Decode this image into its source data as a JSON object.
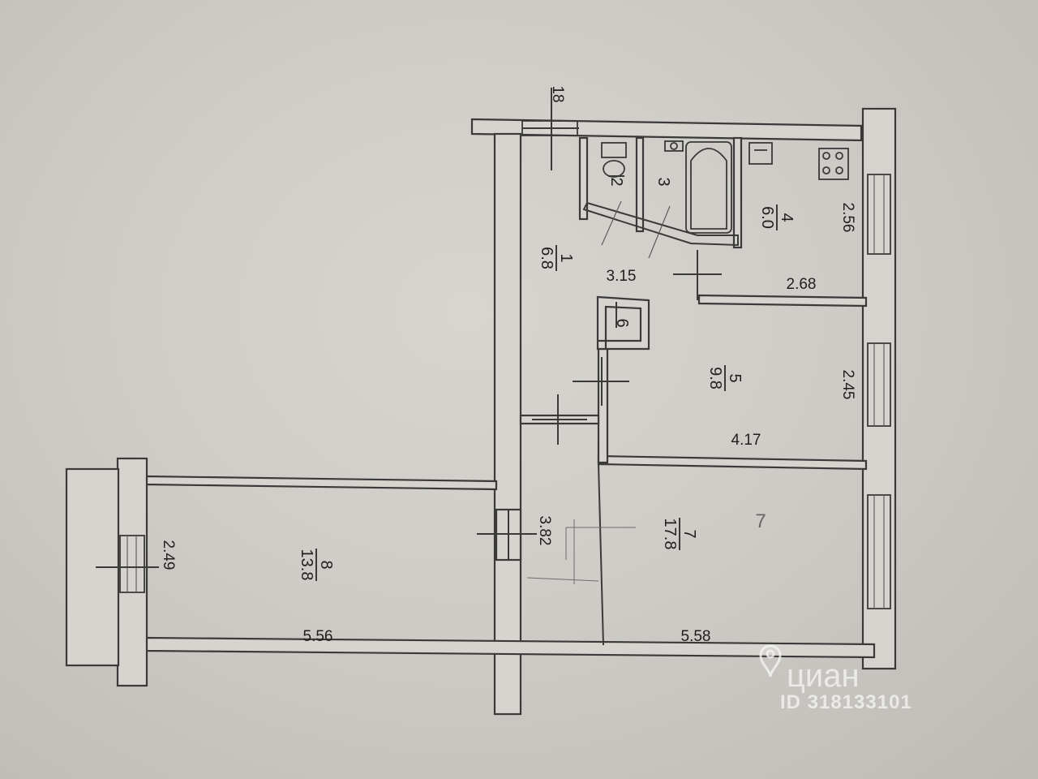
{
  "plan": {
    "rooms": [
      {
        "id": "room-1",
        "number": "1",
        "area": "6.8"
      },
      {
        "id": "room-2",
        "number": "2",
        "area": ""
      },
      {
        "id": "room-3",
        "number": "3",
        "area": ""
      },
      {
        "id": "room-4",
        "number": "4",
        "area": "6.0"
      },
      {
        "id": "room-5",
        "number": "5",
        "area": "9.8"
      },
      {
        "id": "room-6",
        "number": "6",
        "area": ""
      },
      {
        "id": "room-7",
        "number": "7",
        "area": "17.8"
      },
      {
        "id": "room-8",
        "number": "8",
        "area": "13.8"
      }
    ],
    "dimensions": {
      "d_18": "18",
      "d_3_15": "3.15",
      "d_2_68": "2.68",
      "d_2_56": "2.56",
      "d_2_45": "2.45",
      "d_4_17": "4.17",
      "d_3_82": "3.82",
      "d_5_58": "5.58",
      "d_5_56": "5.56",
      "d_2_49": "2.49"
    },
    "pencil_mark": "7"
  },
  "watermark": {
    "brand": "циан",
    "listing_id": "ID 318133101"
  }
}
